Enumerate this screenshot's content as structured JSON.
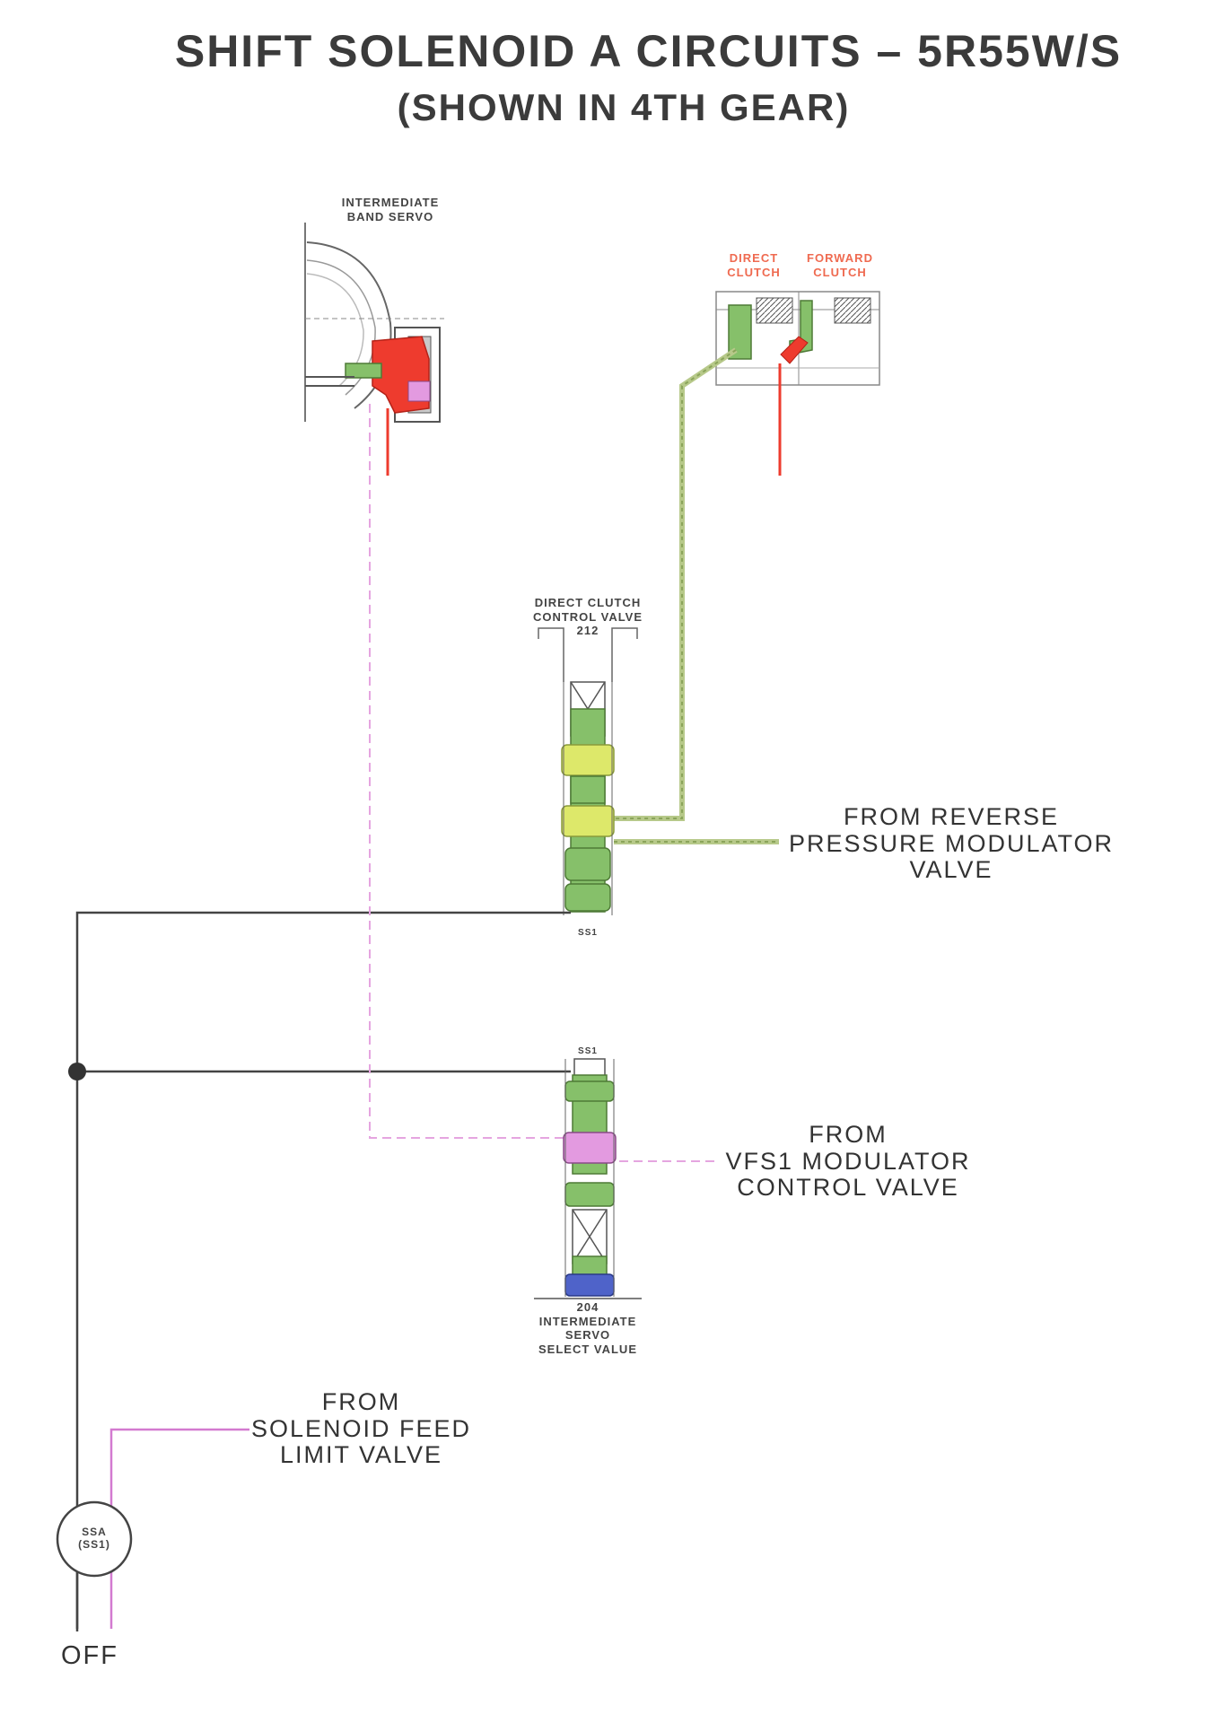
{
  "title": "SHIFT SOLENOID A CIRCUITS – 5R55W/S",
  "subtitle": "(SHOWN IN 4TH GEAR)",
  "labels": {
    "band_servo_line1": "INTERMEDIATE",
    "band_servo_line2": "BAND SERVO",
    "direct_clutch_line1": "DIRECT",
    "direct_clutch_line2": "CLUTCH",
    "forward_clutch_line1": "FORWARD",
    "forward_clutch_line2": "CLUTCH",
    "dccv_line1": "DIRECT CLUTCH",
    "dccv_line2": "CONTROL VALVE",
    "dccv_number": "212",
    "dccv_bottom": "SS1",
    "issv_top": "SS1",
    "issv_number": "204",
    "issv_line1": "INTERMEDIATE",
    "issv_line2": "SERVO",
    "issv_line3": "SELECT VALUE",
    "reverse_line1": "FROM REVERSE",
    "reverse_line2": "PRESSURE MODULATOR",
    "reverse_line3": "VALVE",
    "vfs1_line1": "FROM",
    "vfs1_line2": "VFS1 MODULATOR",
    "vfs1_line3": "CONTROL VALVE",
    "feed_line1": "FROM",
    "feed_line2": "SOLENOID FEED",
    "feed_line3": "LIMIT VALVE",
    "solenoid_line1": "SSA",
    "solenoid_line2": "(SS1)",
    "state": "OFF"
  },
  "colors": {
    "apply_red": "#ee3b2e",
    "valve_green": "#86c06a",
    "land_yellow": "#dde86a",
    "modulator_pink": "#e39ae0",
    "solenoid_pink": "#d37ad0",
    "exhaust_blue": "#4f63c9",
    "signal_line": "#444444",
    "modulated_line": "#b7c98a"
  }
}
